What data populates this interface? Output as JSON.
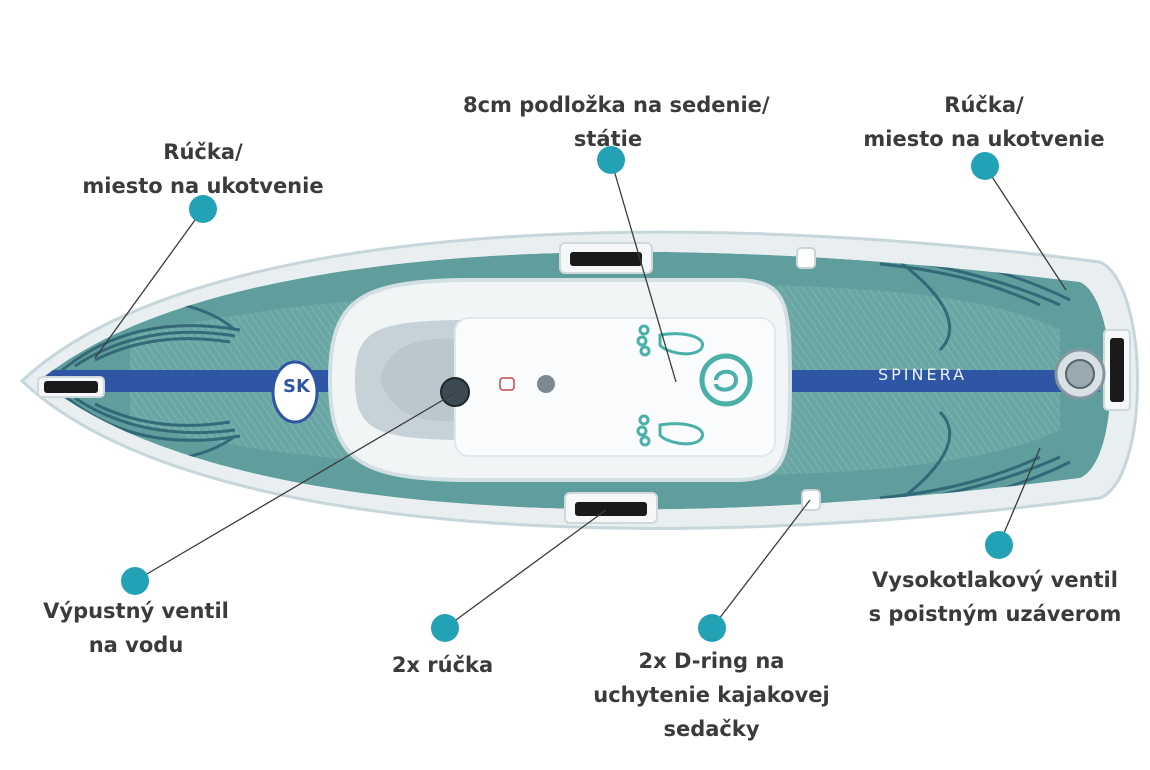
{
  "brand": {
    "logo_text": "SPINERA",
    "badge_text": "SK"
  },
  "colors": {
    "dot": "#23a2b5",
    "board_outline": "#e8eef0",
    "board_rail": "#c9dde2",
    "deck": "#5f9e9c",
    "deck_dark": "#3f7f83",
    "stripe": "#2f56a5",
    "cockpit": "#f3f6f7",
    "label_text": "#3b3b3b"
  },
  "callouts": [
    {
      "id": "handle-left",
      "lines": [
        "Rúčka/",
        "miesto na ukotvenie"
      ]
    },
    {
      "id": "pad",
      "lines": [
        "8cm podložka na sedenie/",
        "státie"
      ]
    },
    {
      "id": "handle-right",
      "lines": [
        "Rúčka/",
        "miesto na ukotvenie"
      ]
    },
    {
      "id": "drain-valve",
      "lines": [
        "Výpustný ventil",
        "na vodu"
      ]
    },
    {
      "id": "side-handles",
      "lines": [
        "2x rúčka"
      ]
    },
    {
      "id": "d-rings",
      "lines": [
        "2x D-ring na",
        "uchytenie kajakovej",
        "sedačky"
      ]
    },
    {
      "id": "hp-valve",
      "lines": [
        "Vysokotlakový ventil",
        "s poistným uzáverom"
      ]
    }
  ]
}
